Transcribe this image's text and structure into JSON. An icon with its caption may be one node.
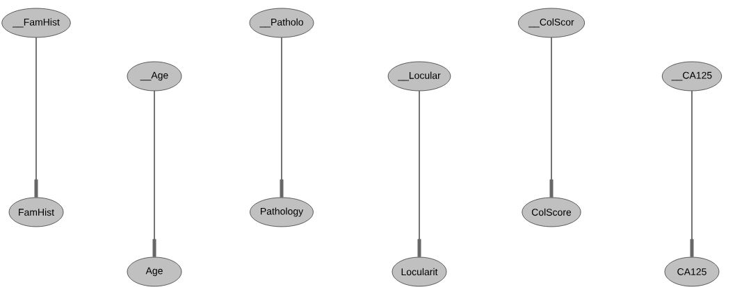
{
  "diagram": {
    "nodes": [
      {
        "text": [
          "__FamHist"
        ]
      },
      {
        "text": [
          "__Age"
        ]
      },
      {
        "text": [
          "__Patholo"
        ]
      },
      {
        "text": [
          "__Locular"
        ]
      },
      {
        "text": [
          "__ColScor"
        ]
      },
      {
        "text": [
          "__CA125"
        ]
      },
      {
        "text": [
          "FamHist"
        ]
      },
      {
        "text": [
          "Age"
        ]
      },
      {
        "text": [
          "Pathology"
        ]
      },
      {
        "text": [
          "Locularit"
        ]
      },
      {
        "text": [
          "ColScore"
        ]
      },
      {
        "text": [
          "CA125"
        ]
      }
    ],
    "edges": [
      {
        "from": 0,
        "to": 6,
        "arrow": "other"
      },
      {
        "from": 1,
        "to": 7,
        "arrow": "other"
      },
      {
        "from": 2,
        "to": 8,
        "arrow": "other"
      },
      {
        "from": 3,
        "to": 9,
        "arrow": "other"
      },
      {
        "from": 4,
        "to": 10,
        "arrow": "other"
      },
      {
        "from": 5,
        "to": 11,
        "arrow": "other"
      }
    ]
  }
}
